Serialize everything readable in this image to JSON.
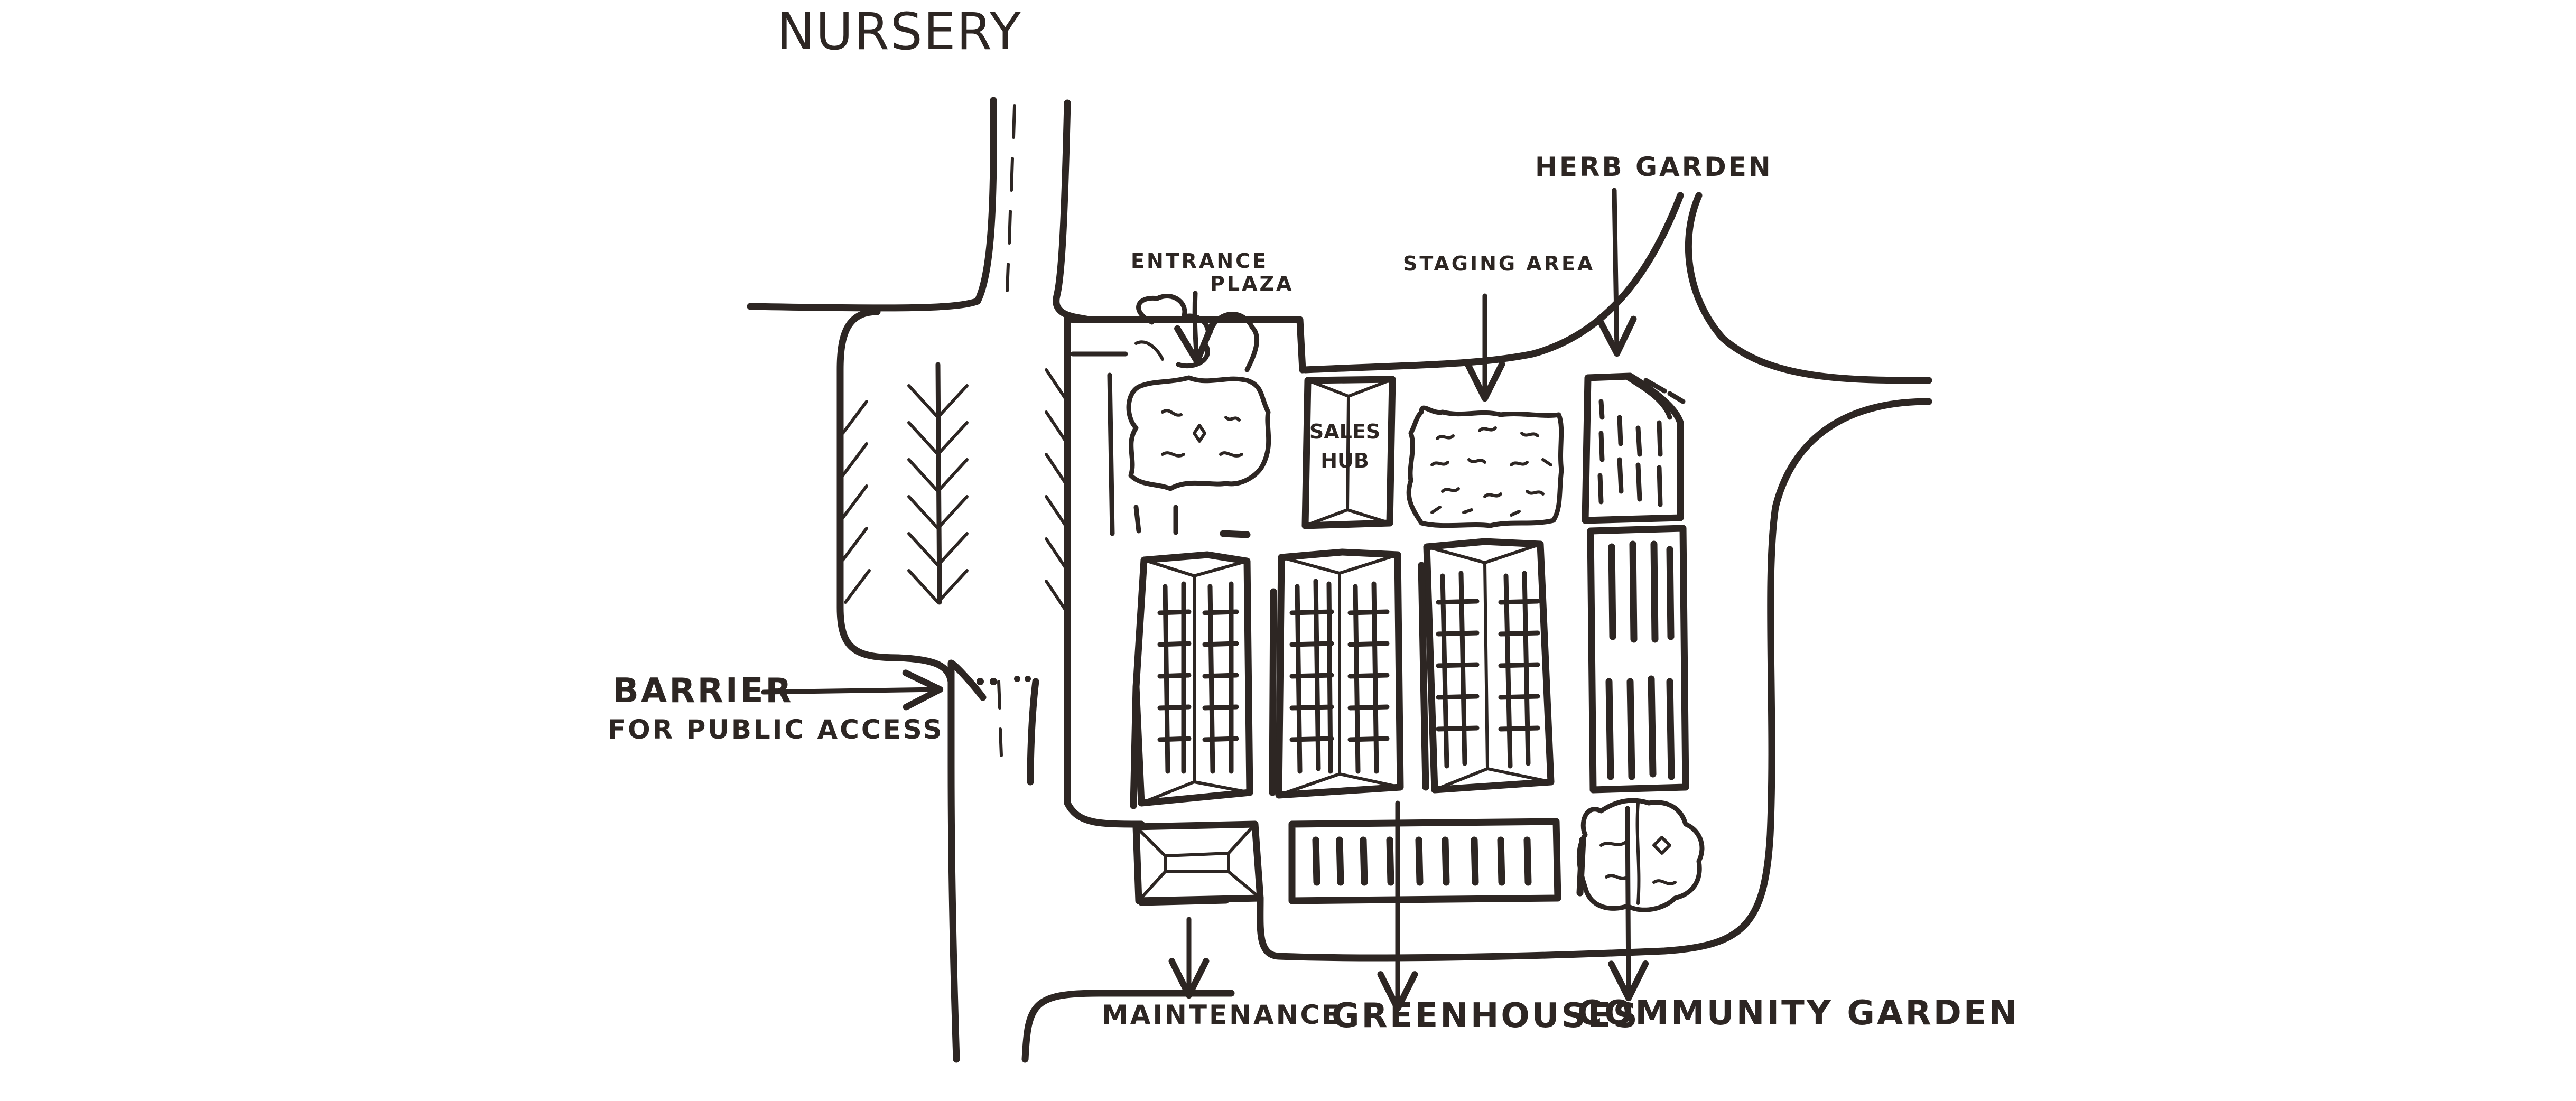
{
  "title": "NURSERY",
  "labels": {
    "entrance_plaza_line1": "ENTRANCE",
    "entrance_plaza_line2": "PLAZA",
    "staging_area": "STAGING AREA",
    "herb_garden": "HERB GARDEN",
    "sales_hub_line1": "SALES",
    "sales_hub_line2": "HUB",
    "barrier_line1": "BARRIER",
    "barrier_line2": "FOR PUBLIC ACCESS",
    "maintenance": "MAINTENANCE",
    "greenhouses": "GREENHOUSES",
    "community_garden": "COMMUNITY GARDEN"
  },
  "colors": {
    "ink": "#2d2623",
    "paper": "#ffffff"
  }
}
